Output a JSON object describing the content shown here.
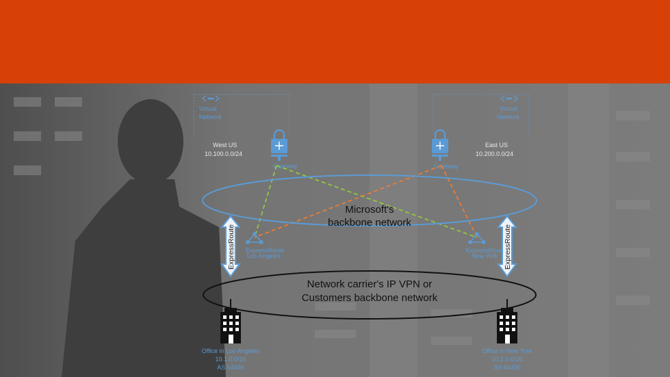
{
  "colors": {
    "banner": "#d74108",
    "accent_blue": "#5b9bd5",
    "dash_green": "#92c83e",
    "dash_orange": "#ed7d31"
  },
  "west": {
    "vnet_label_1": "Virtual",
    "vnet_label_2": "Network",
    "region": "West US",
    "prefix": "10.100.0.0/24",
    "gateway_label": "Gateway",
    "router_label_1": "ExpressRoute",
    "router_label_2": "Los Angeles",
    "link_label": "ExpressRoute",
    "office_1": "Office in Los Angeles",
    "office_2": "10.1.0.0/16",
    "office_3": "AS 64496"
  },
  "east": {
    "vnet_label_1": "Virtual",
    "vnet_label_2": "Network",
    "region": "East US",
    "prefix": "10.200.0.0/24",
    "gateway_label": "Gateway",
    "router_label_1": "ExpressRoute",
    "router_label_2": "New York",
    "link_label": "ExpressRoute",
    "office_1": "Office in New York",
    "office_2": "10.2.0.0/16",
    "office_3": "AS 64496"
  },
  "backbone": {
    "line_1": "Microsoft's",
    "line_2": "backbone network"
  },
  "carrier": {
    "line_1": "Network carrier's IP VPN or",
    "line_2": "Customers backbone network"
  },
  "icons": [
    "vnet-icon",
    "gateway-lock-icon",
    "router-icon",
    "office-building-icon"
  ]
}
